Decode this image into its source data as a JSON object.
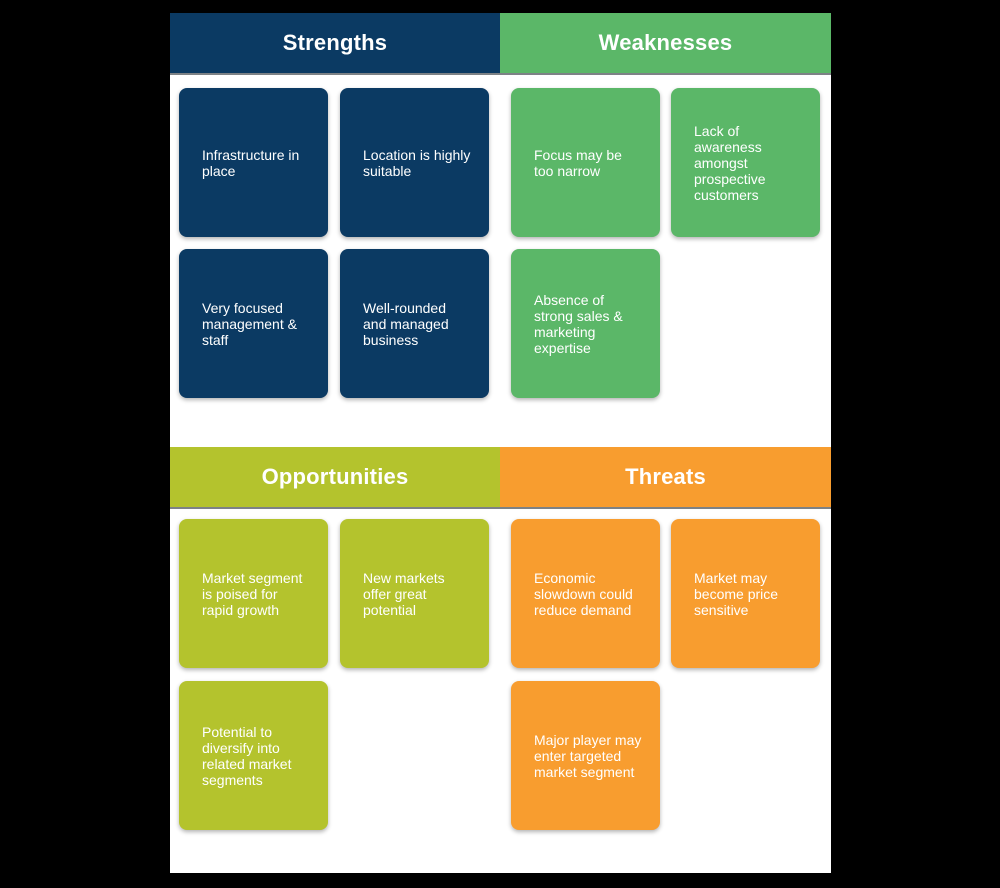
{
  "page": {
    "background": "#000000",
    "panel_background": "#ffffff",
    "header_text_color": "#ffffff",
    "card_text_color": "#ffffff",
    "header_divider_color": "#7d8286"
  },
  "quadrants": [
    {
      "key": "strengths",
      "title": "Strengths",
      "color": "#0b3a63",
      "cards": [
        "Infrastructure in place",
        "Location is highly suitable",
        "Very focused management & staff",
        "Well-rounded and managed business"
      ]
    },
    {
      "key": "weaknesses",
      "title": "Weaknesses",
      "color": "#5bb768",
      "cards": [
        "Focus may be too narrow",
        "Lack of awareness amongst prospective customers",
        "Absence of strong sales & marketing expertise"
      ]
    },
    {
      "key": "opportunities",
      "title": "Opportunities",
      "color": "#b4c32d",
      "cards": [
        "Market segment is poised for rapid growth",
        "New markets offer great potential",
        "Potential to diversify into related market segments"
      ]
    },
    {
      "key": "threats",
      "title": "Threats",
      "color": "#f89d2f",
      "cards": [
        "Economic slowdown could reduce demand",
        "Market may become price sensitive",
        "Major player may enter targeted market segment"
      ]
    }
  ]
}
